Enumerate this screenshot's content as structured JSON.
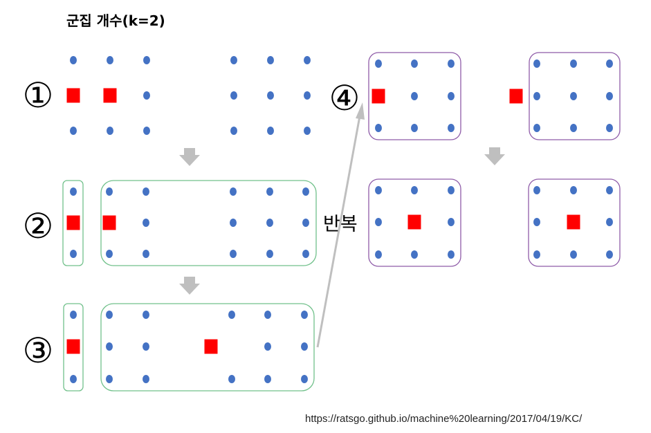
{
  "title": "군집 개수(k=2)",
  "repeat_label": "반복",
  "source_url": "https://ratsgo.github.io/machine%20learning/2017/04/19/KC/",
  "step_labels": [
    "①",
    "②",
    "③",
    "④"
  ],
  "colors": {
    "point": "#4472c4",
    "centroid": "#ff0000",
    "cluster_box_stage": "#70c08a",
    "cluster_box_final": "#8e5ba8",
    "arrow": "#bfbfbf",
    "repeat_line": "#bfbfbf"
  },
  "icons": [
    "down-arrow-icon",
    "repeat-arrow-icon"
  ]
}
